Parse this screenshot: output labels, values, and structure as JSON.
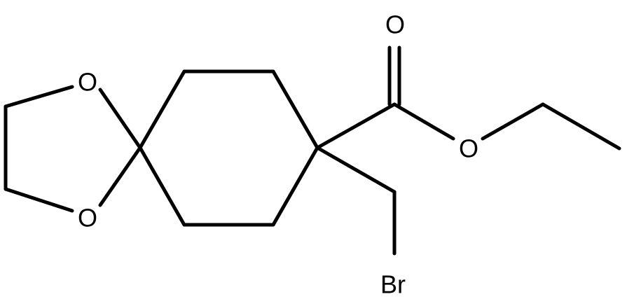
{
  "structure": {
    "atoms": {
      "o_ring_top": "O",
      "o_ring_bottom": "O",
      "o_carbonyl": "O",
      "o_ester": "O",
      "br": "Br"
    }
  }
}
